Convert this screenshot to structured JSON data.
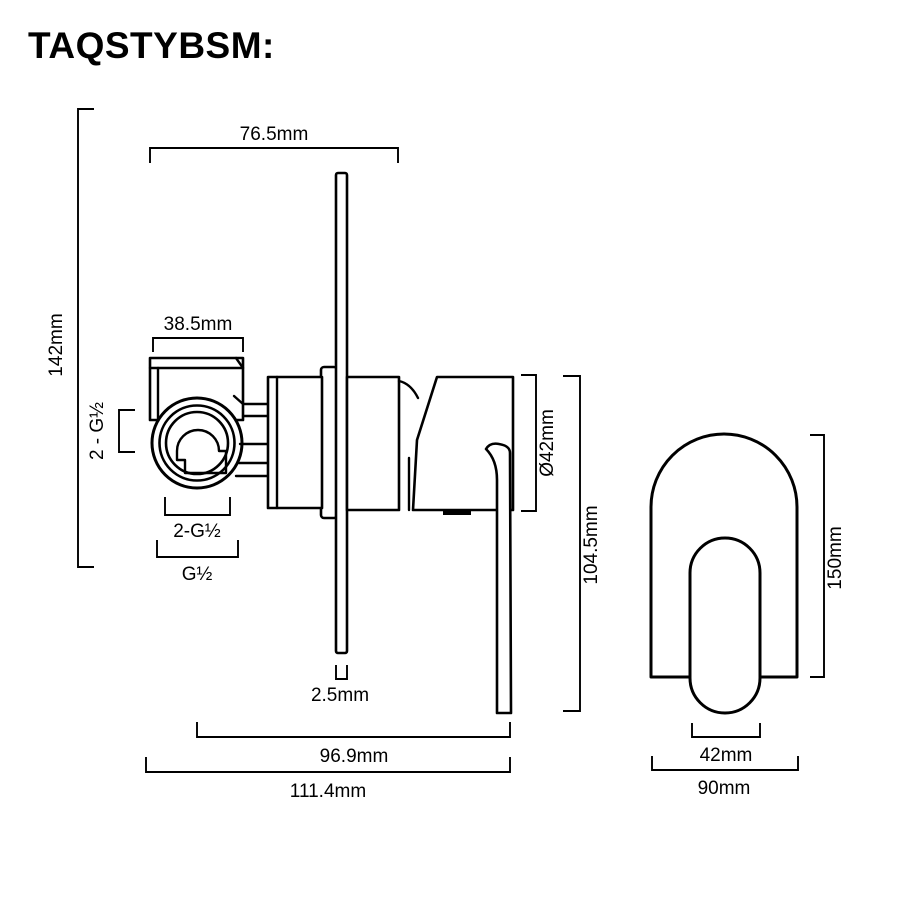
{
  "page": {
    "title": "TAQSTYBSM:"
  },
  "colors": {
    "line": "#000000",
    "background": "#ffffff"
  },
  "side_view": {
    "labels": {
      "height_142": "142mm",
      "width_76_5": "76.5mm",
      "valve_width_38_5": "38.5mm",
      "thread_vertical": "2 - G½",
      "thread_pair": "2-G½",
      "thread_outlet": "G½",
      "plate_thickness": "2.5mm",
      "escutcheon_diameter": "Ø42mm",
      "body_drop": "104.5mm",
      "depth_96_9": "96.9mm",
      "depth_111_4": "111.4mm"
    }
  },
  "front_view": {
    "labels": {
      "height_150": "150mm",
      "handle_width_42": "42mm",
      "plate_width_90": "90mm"
    }
  }
}
